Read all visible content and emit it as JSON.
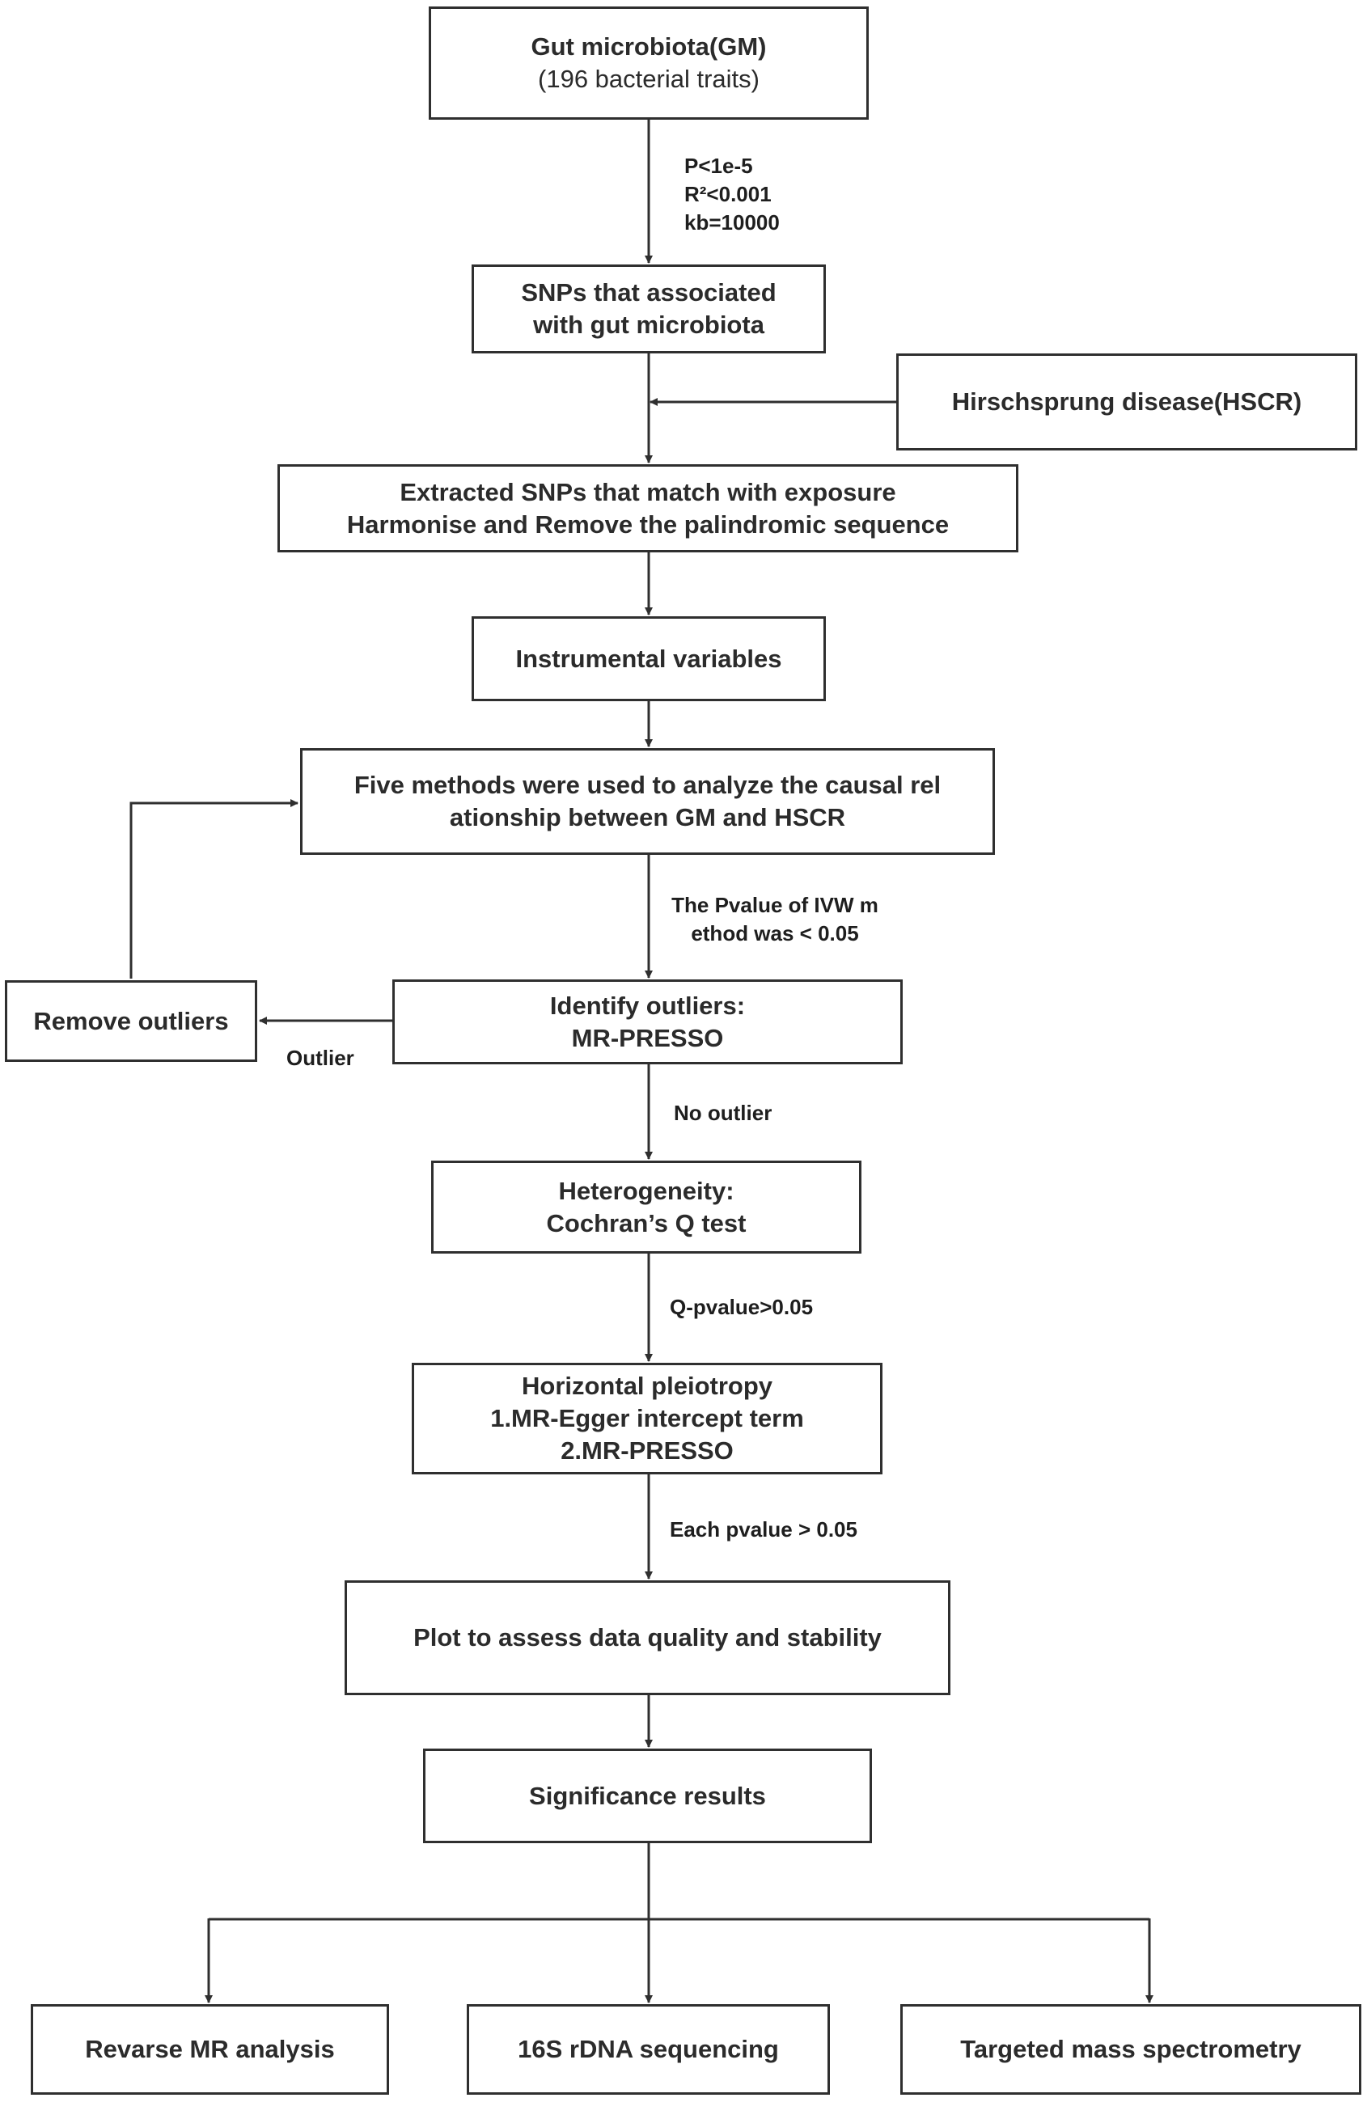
{
  "boxes": {
    "gut_microbiota": {
      "line1": "Gut microbiota(GM)",
      "line2": "(196 bacterial traits)"
    },
    "snps": {
      "line1": "SNPs that associated",
      "line2": "with gut microbiota"
    },
    "hscr": {
      "line1": "Hirschsprung disease(HSCR)"
    },
    "extracted": {
      "line1": "Extracted SNPs that match with exposure",
      "line2": "Harmonise and Remove the palindromic sequence"
    },
    "instrumental": {
      "line1": "Instrumental variables"
    },
    "five_methods": {
      "line1": "Five methods were used to analyze the causal rel",
      "line2": "ationship between GM and HSCR"
    },
    "identify_outliers": {
      "line1": "Identify outliers:",
      "line2": "MR-PRESSO"
    },
    "remove_outliers": {
      "line1": "Remove outliers"
    },
    "heterogeneity": {
      "line1": "Heterogeneity:",
      "line2": "Cochran’s Q test"
    },
    "pleiotropy": {
      "line1": "Horizontal pleiotropy",
      "line2": "1.MR-Egger intercept term",
      "line3": "2.MR-PRESSO"
    },
    "plot": {
      "line1": "Plot to assess data quality and stability"
    },
    "significance": {
      "line1": "Significance results"
    },
    "reverse_mr": {
      "line1": "Revarse MR analysis"
    },
    "rdna": {
      "line1": "16S rDNA sequencing"
    },
    "mass_spec": {
      "line1": "Targeted mass spectrometry"
    }
  },
  "labels": {
    "thresholds": {
      "line1": "P<1e-5",
      "line2": "R²<0.001",
      "line3": "kb=10000"
    },
    "ivw": {
      "line1": "The Pvalue of IVW m",
      "line2": "ethod was < 0.05"
    },
    "outlier": "Outlier",
    "no_outlier": "No outlier",
    "q_pvalue": "Q-pvalue>0.05",
    "each_pvalue": "Each pvalue > 0.05"
  },
  "colors": {
    "line": "#2f2f2f",
    "text": "#2b2b2b"
  }
}
